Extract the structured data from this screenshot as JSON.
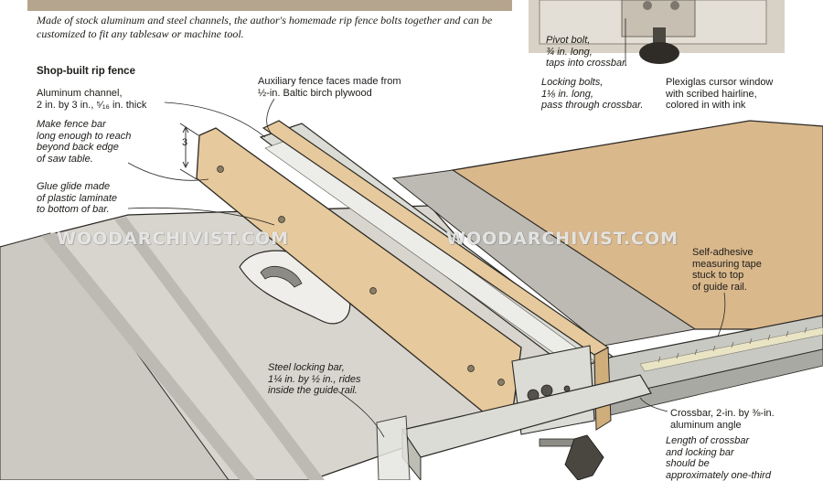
{
  "caption": "Made of stock aluminum and steel channels, the author's homemade rip fence bolts together and can be customized to fit any tablesaw or machine tool.",
  "section_title": "Shop-built rip fence",
  "dimension_label": "3",
  "labels": {
    "aluminum_channel": "Aluminum channel,\n2 in. by 3 in., ⁵⁄₁₆ in. thick",
    "fence_bar": "Make fence bar\nlong enough to reach\nbeyond back edge\nof saw table.",
    "glue_glide": "Glue glide made\nof plastic laminate\nto bottom of bar.",
    "auxiliary_faces": "Auxiliary fence faces made from\n½-in. Baltic birch plywood",
    "pivot_bolt": "Pivot bolt,\n¾ in. long,\ntaps into crossbar.",
    "locking_bolts": "Locking bolts,\n1⅛ in. long,\npass through crossbar.",
    "plexiglas_window": "Plexiglas cursor window\nwith scribed hairline,\ncolored in with ink",
    "measuring_tape": "Self-adhesive\nmeasuring tape\nstuck to top\nof guide rail.",
    "steel_bar": "Steel locking bar,\n1¼ in. by ½ in., rides\ninside the guide rail.",
    "crossbar": "Crossbar, 2-in. by ⅜-in.\naluminum angle",
    "length_note": "Length of crossbar\nand locking bar\nshould be\napproximately one-third"
  },
  "watermark": "WOODARCHIVIST.COM",
  "colors": {
    "table_top": "#d7d5cd",
    "table_dark": "#bcbab2",
    "extension": "#d9b88c",
    "extension_edge": "#b99869",
    "fence_wood": "#e6c99c",
    "fence_wood_dark": "#cfae7c",
    "aluminum": "#dcdcd6",
    "rail": "#c9c9c4",
    "line": "#2b2925"
  }
}
